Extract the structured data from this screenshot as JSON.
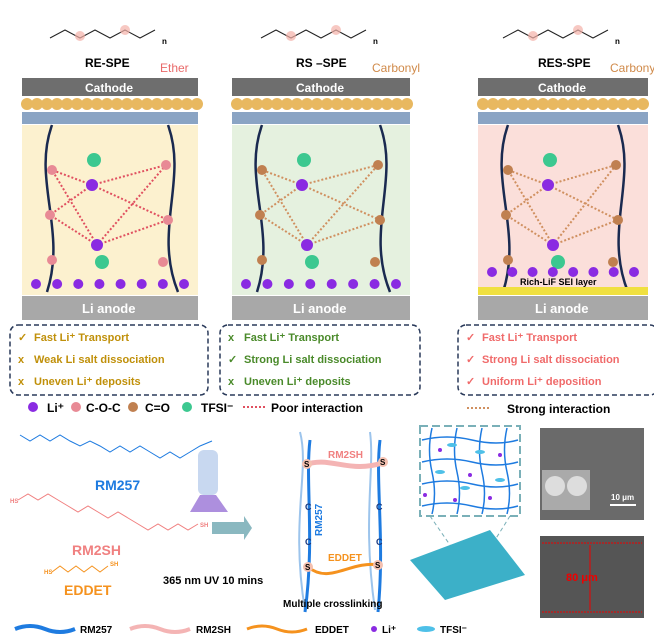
{
  "panels": [
    {
      "title": "RE-SPE",
      "group": "Ether",
      "group_color": "#e96a6a",
      "bg": "#fcf1cf",
      "cathode": "Cathode",
      "anode": "Li anode",
      "text_color": "#c0900a",
      "items": [
        {
          "mark": "✓",
          "text": "Fast Li⁺ Transport"
        },
        {
          "mark": "x",
          "text": "Weak Li salt dissociation"
        },
        {
          "mark": "x",
          "text": "Uneven Li⁺ deposits"
        }
      ]
    },
    {
      "title": "RS –SPE",
      "group": "Carbonyl",
      "group_color": "#d08a4a",
      "bg": "#e5f1df",
      "cathode": "Cathode",
      "anode": "Li anode",
      "text_color": "#4a8a2a",
      "items": [
        {
          "mark": "x",
          "text": "Fast Li⁺ Transport"
        },
        {
          "mark": "✓",
          "text": "Strong Li salt dissociation"
        },
        {
          "mark": "x",
          "text": "Uneven Li⁺ deposits"
        }
      ]
    },
    {
      "title": "RES-SPE",
      "group": "Carbonyl",
      "group_color": "#d08a4a",
      "bg": "#fbdfda",
      "cathode": "Cathode",
      "anode": "Li anode",
      "sei": "Rich-LiF SEI layer",
      "text_color": "#f06a6a",
      "items": [
        {
          "mark": "✓",
          "text": "Fast Li⁺ Transport"
        },
        {
          "mark": "✓",
          "text": "Strong Li salt dissociation"
        },
        {
          "mark": "✓",
          "text": "Uniform Li⁺ deposition"
        }
      ]
    }
  ],
  "legend_top": {
    "li": "Li⁺",
    "coc": "C-O-C",
    "co": "C=O",
    "tfsi": "TFSI⁻",
    "poor": "Poor interaction",
    "strong": "Strong interaction"
  },
  "colors": {
    "li": "#8a2be2",
    "coc": "#e88a95",
    "co": "#c08050",
    "tfsi": "#3cc890",
    "rm257": "#1e7be0",
    "rm2sh": "#f08080",
    "eddet": "#f5921e",
    "chain": "#1a2a50"
  },
  "monomers": {
    "rm257": "RM257",
    "rm2sh": "RM2SH",
    "eddet": "EDDET",
    "hs": "HS",
    "sh": "SH"
  },
  "uv": "365 nm UV 10 mins",
  "network": {
    "rm2sh": "RM2SH",
    "rm257": "RM257",
    "eddet": "EDDET",
    "s": "S",
    "c": "C",
    "caption": "Multiple crosslinking"
  },
  "sem": {
    "scale": "10 μm",
    "thickness": "80 μm"
  },
  "legend_bottom": {
    "rm257": "RM257",
    "rm2sh": "RM2SH",
    "eddet": "EDDET",
    "li": "Li⁺",
    "tfsi": "TFSI⁻"
  },
  "polymer_subscript": "n"
}
